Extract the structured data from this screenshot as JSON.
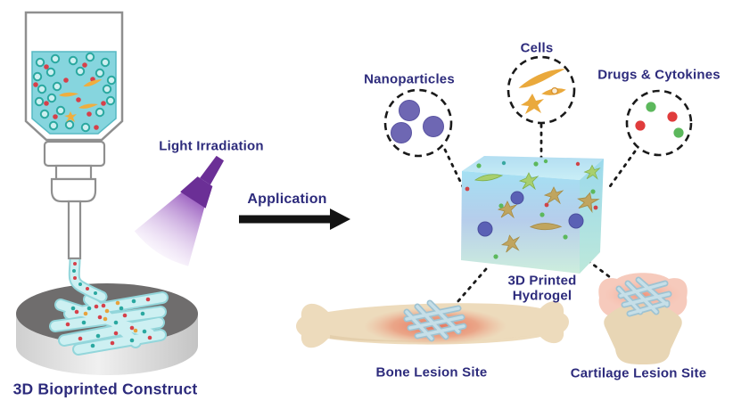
{
  "figure": {
    "type": "schematic-diagram",
    "process": {
      "printer_label": "3D Bioprinted Construct",
      "light_label": "Light Irradiation",
      "arrow_label": "Application"
    },
    "components": {
      "nanoparticles": "Nanoparticles",
      "cells": "Cells",
      "drugs_cytokines": "Drugs & Cytokines",
      "hydrogel_line1": "3D Printed",
      "hydrogel_line2": "Hydrogel"
    },
    "application_sites": {
      "bone": "Bone Lesion Site",
      "cartilage": "Cartilage Lesion Site"
    }
  },
  "palette": {
    "label-navy": "#2d2b7c",
    "arrow-black": "#131313",
    "bioink-cyan": "#86d5de",
    "ring-teal": "#2aa8a0",
    "cell-orange": "#eaa93c",
    "nanoparticle-purple": "#6e67b3",
    "drug-red": "#e03c3c",
    "cytokine-green": "#5cb85c",
    "light-purple": "#6b2f96",
    "platform-gray": "#6f6d6d",
    "bone-beige": "#eddbbc",
    "lesion-red": "#e06a50",
    "hydrogel-blue": "#a6e1f2",
    "patch-blue": "#9fc3d2"
  }
}
